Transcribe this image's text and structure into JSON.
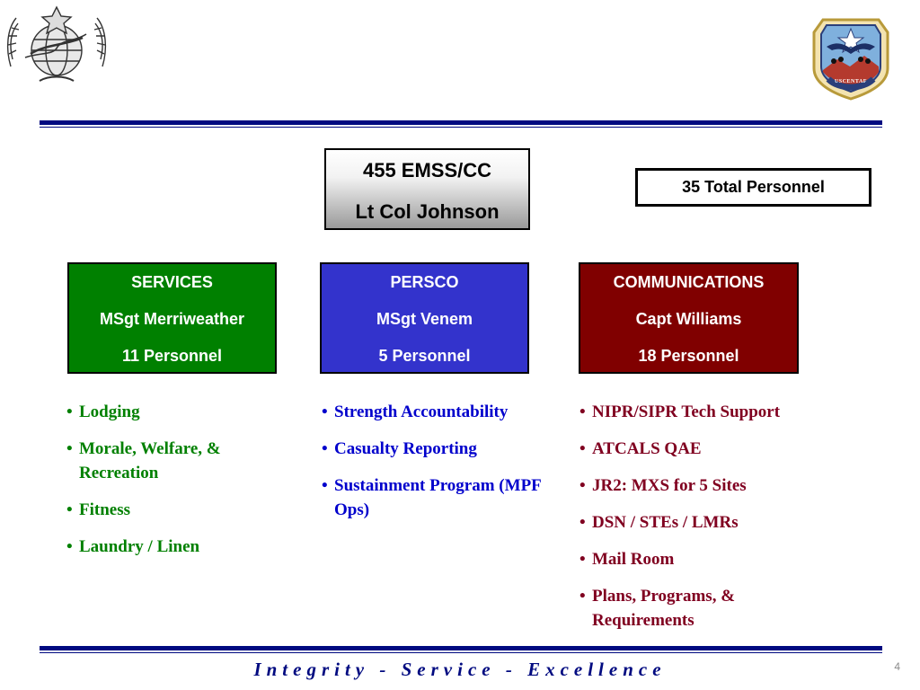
{
  "command": {
    "title": "455 EMSS/CC",
    "name": "Lt Col Johnson"
  },
  "total_personnel": "35 Total Personnel",
  "units": [
    {
      "title": "SERVICES",
      "lead": "MSgt Merriweather",
      "personnel": "11 Personnel",
      "color": "#008000",
      "items": [
        "Lodging",
        "Morale, Welfare, & Recreation",
        "Fitness",
        "Laundry / Linen"
      ]
    },
    {
      "title": "PERSCO",
      "lead": "MSgt Venem",
      "personnel": "5 Personnel",
      "color": "#3333cc",
      "items": [
        "Strength Accountability",
        "Casualty Reporting",
        "Sustainment Program (MPF Ops)"
      ]
    },
    {
      "title": "COMMUNICATIONS",
      "lead": "Capt Williams",
      "personnel": "18 Personnel",
      "color": "#800000",
      "items": [
        "NIPR/SIPR Tech Support",
        "ATCALS QAE",
        "JR2:  MXS for 5 Sites",
        "DSN / STEs / LMRs",
        "Mail Room",
        "Plans, Programs, & Requirements"
      ]
    }
  ],
  "logos": {
    "left": "command-badge-icon",
    "right": "uscentaf-shield-icon",
    "right_text": "USCENTAF"
  },
  "colors": {
    "rule": "#000a80",
    "services_text": "#008000",
    "persco_text": "#0000cc",
    "comm_text": "#800020"
  },
  "footer": {
    "motto": "Integrity - Service - Excellence",
    "page": "4"
  }
}
